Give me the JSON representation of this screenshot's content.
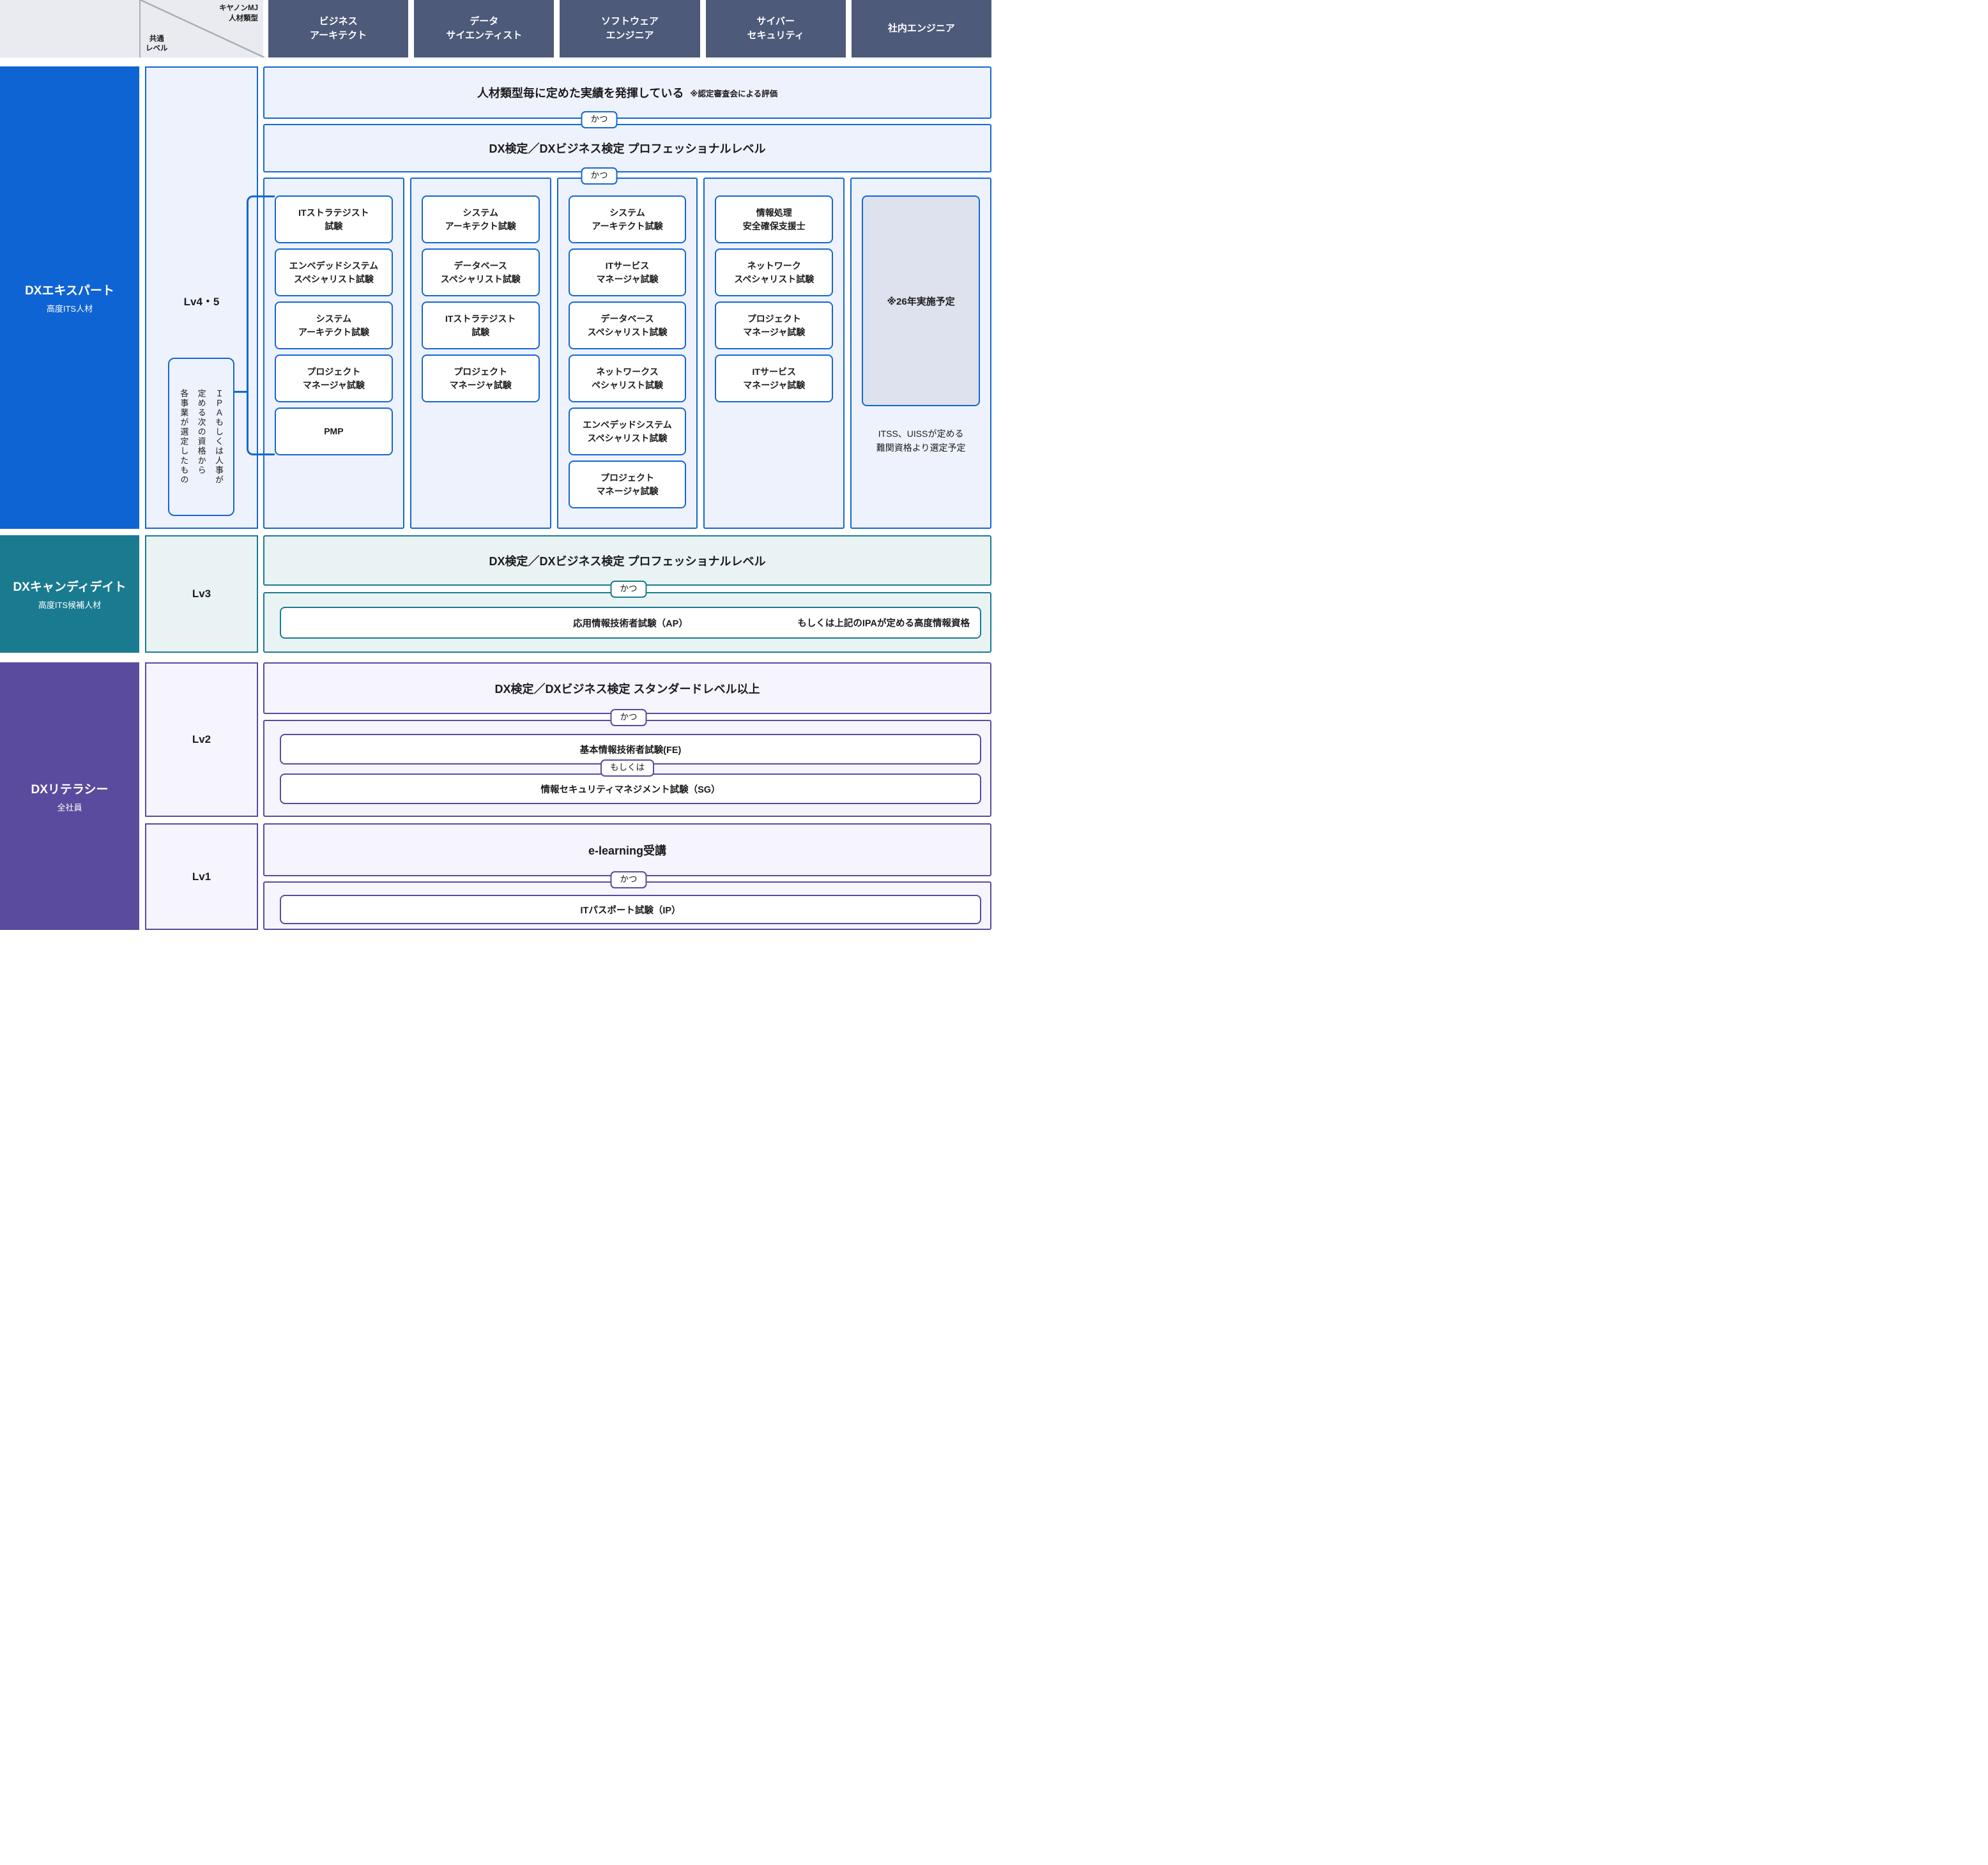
{
  "header": {
    "corner": {
      "type_label": "キヤノンMJ\n人材類型",
      "level_label": "共通\nレベル"
    },
    "columns": [
      {
        "label": "ビジネス\nアーキテクト"
      },
      {
        "label": "データ\nサイエンティスト"
      },
      {
        "label": "ソフトウェア\nエンジニア"
      },
      {
        "label": "サイバー\nセキュリティ"
      },
      {
        "label": "社内エンジニア"
      }
    ]
  },
  "connectors": {
    "and": "かつ",
    "or": "もしくは"
  },
  "rows": {
    "expert": {
      "label": "DXエキスパート",
      "sublabel": "高度ITS人材",
      "level": "Lv4・5",
      "achievement": "人材類型毎に定めた実績を発揮している",
      "achievement_note": "※認定審査会による評価",
      "dx_exam": "DX検定／DXビジネス検定 プロフェッショナルレベル",
      "ipa_note": "ＩＰＡもしくは人事が\n定める次の資格から\n各事業が選定したもの",
      "certs_business_architect": [
        "ITストラテジスト\n試験",
        "エンベデッドシステム\nスペシャリスト試験",
        "システム\nアーキテクト試験",
        "プロジェクト\nマネージャ試験",
        "PMP"
      ],
      "certs_data_scientist": [
        "システム\nアーキテクト試験",
        "データベース\nスペシャリスト試験",
        "ITストラテジスト\n試験",
        "プロジェクト\nマネージャ試験"
      ],
      "certs_software_engineer": [
        "システム\nアーキテクト試験",
        "ITサービス\nマネージャ試験",
        "データベース\nスペシャリスト試験",
        "ネットワークス\nペシャリスト試験",
        "エンベデッドシステム\nスペシャリスト試験",
        "プロジェクト\nマネージャ試験"
      ],
      "certs_cyber_security": [
        "情報処理\n安全確保支援士",
        "ネットワーク\nスペシャリスト試験",
        "プロジェクト\nマネージャ試験",
        "ITサービス\nマネージャ試験"
      ],
      "internal_engineer": {
        "placeholder": "※26年実施予定",
        "caption": "ITSS、UISSが定める\n難関資格より選定予定"
      }
    },
    "candidate": {
      "label": "DXキャンディデイト",
      "sublabel": "高度ITS候補人材",
      "level": "Lv3",
      "dx_exam": "DX検定／DXビジネス検定 プロフェッショナルレベル",
      "exam_ap": "応用情報技術者試験（AP）",
      "exam_ipa_alt": "もしくは上記のIPAが定める高度情報資格"
    },
    "literacy": {
      "label": "DXリテラシー",
      "sublabel": "全社員",
      "lv2": {
        "level": "Lv2",
        "dx_exam": "DX検定／DXビジネス検定 スタンダードレベル以上",
        "exam_fe": "基本情報技術者試験(FE)",
        "exam_sg": "情報セキュリティマネジメント試験（SG）"
      },
      "lv1": {
        "level": "Lv1",
        "elearning": "e-learning受講",
        "exam_ip": "ITパスポート試験（IP）"
      }
    }
  },
  "colors": {
    "header_slate": "#4e5a7a",
    "corner_bg": "#e9ebf1",
    "expert_blue": "#0e64d3",
    "blue_border": "#1467d2",
    "blue_bg": "#eef2fc",
    "candidate_teal": "#1a7b90",
    "teal_border": "#1b7b8e",
    "teal_bg": "#e9f3f4",
    "literacy_purple": "#5b4b9e",
    "purple_bg": "#f6f4fc",
    "gray_box_bg": "#dde2ee",
    "box_white": "#ffffff"
  }
}
